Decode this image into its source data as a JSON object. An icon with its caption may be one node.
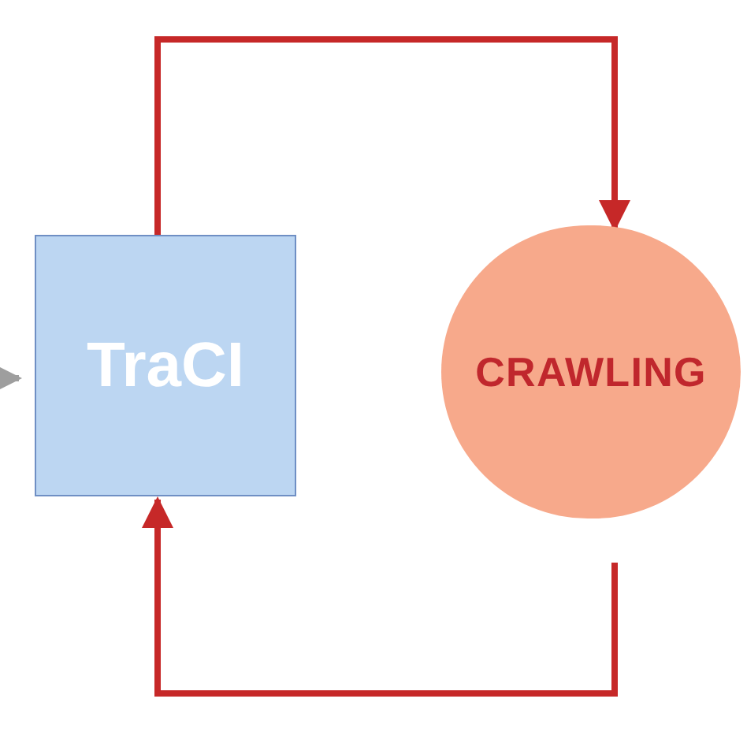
{
  "diagram": {
    "nodes": [
      {
        "text": [
          "TraCI"
        ]
      },
      {
        "text": [
          "CRAWLING"
        ]
      }
    ],
    "edges": [
      {
        "from": 0,
        "to": 1,
        "arrow": "to",
        "color": "#c62828"
      },
      {
        "from": 1,
        "to": 0,
        "arrow": "to",
        "color": "#c62828"
      },
      {
        "from": null,
        "to": 0,
        "arrow": "to",
        "color": "#9e9e9e"
      }
    ]
  }
}
